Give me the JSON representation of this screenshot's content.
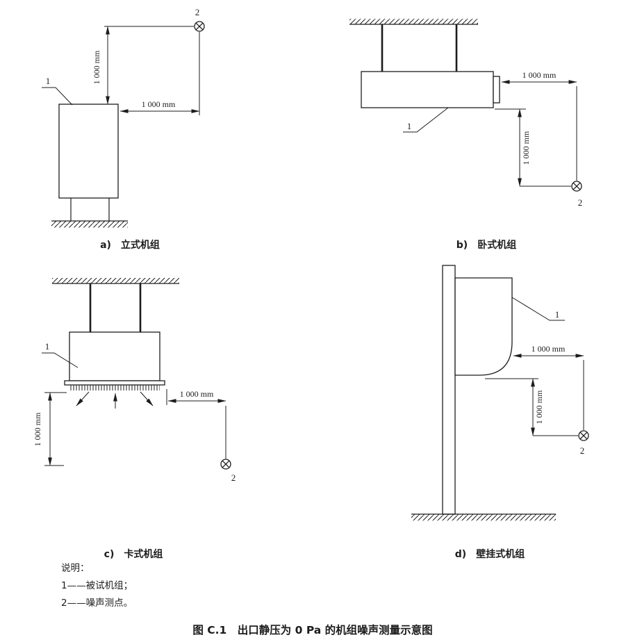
{
  "figure_a": {
    "caption": "a)　立式机组",
    "unit_label": "1",
    "mic_label": "2",
    "dim_vertical": "1 000 mm",
    "dim_horizontal": "1 000 mm"
  },
  "figure_b": {
    "caption": "b)　卧式机组",
    "unit_label": "1",
    "mic_label": "2",
    "dim_vertical": "1 000 mm",
    "dim_horizontal": "1 000 mm"
  },
  "figure_c": {
    "caption": "c)　卡式机组",
    "unit_label": "1",
    "mic_label": "2",
    "dim_vertical": "1 000 mm",
    "dim_horizontal": "1 000 mm"
  },
  "figure_d": {
    "caption": "d)　壁挂式机组",
    "unit_label": "1",
    "mic_label": "2",
    "dim_vertical": "1 000 mm",
    "dim_horizontal": "1 000 mm"
  },
  "legend": {
    "heading": "说明：",
    "item_1": "1——被试机组；",
    "item_2": "2——噪声测点。"
  },
  "figure_caption": "图 C.1　出口静压为 0 Pa 的机组噪声测量示意图"
}
